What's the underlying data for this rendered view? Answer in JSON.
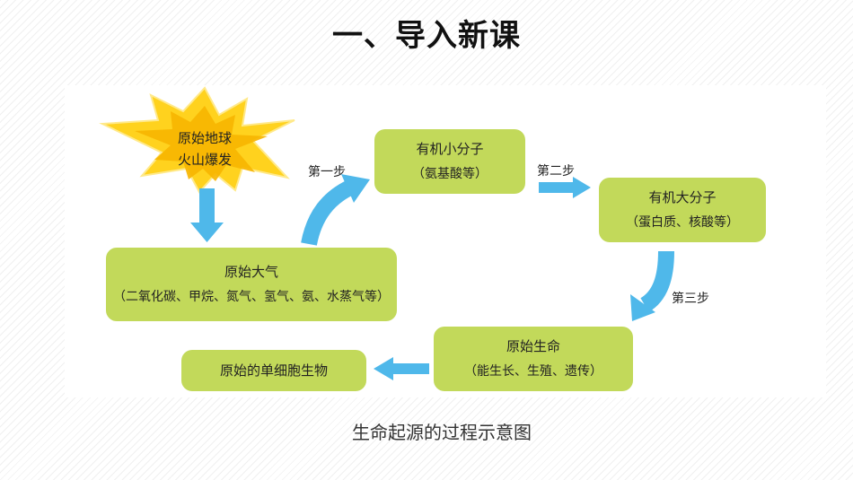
{
  "title": "一、导入新课",
  "caption": "生命起源的过程示意图",
  "colors": {
    "node_fill": "#c2d95a",
    "arrow": "#4fb8ea",
    "star_outer": "#ffd21e",
    "star_inner": "#f7b500"
  },
  "diagram": {
    "start": {
      "line1": "原始地球",
      "line2": "火山爆发"
    },
    "atmosphere": {
      "line1": "原始大气",
      "line2": "（二氧化碳、甲烷、氮气、氢气、氨、水蒸气等）"
    },
    "small_molecules": {
      "line1": "有机小分子",
      "line2": "（氨基酸等）"
    },
    "macromolecules": {
      "line1": "有机大分子",
      "line2": "（蛋白质、核酸等）"
    },
    "primitive_life": {
      "line1": "原始生命",
      "line2": "（能生长、生殖、遗传）"
    },
    "single_cell": {
      "line1": "原始的单细胞生物"
    },
    "steps": {
      "step1": "第一步",
      "step2": "第二步",
      "step3": "第三步"
    }
  }
}
